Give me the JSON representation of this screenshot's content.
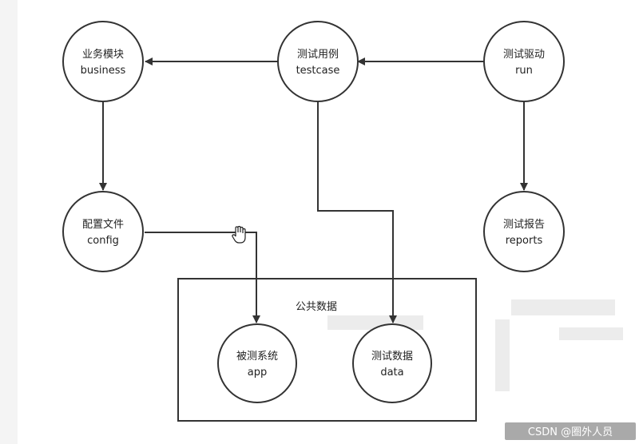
{
  "diagram": {
    "nodes": {
      "business": {
        "zh": "业务模块",
        "en": "business"
      },
      "testcase": {
        "zh": "测试用例",
        "en": "testcase"
      },
      "run": {
        "zh": "测试驱动",
        "en": "run"
      },
      "config": {
        "zh": "配置文件",
        "en": "config"
      },
      "reports": {
        "zh": "测试报告",
        "en": "reports"
      },
      "app": {
        "zh": "被测系统",
        "en": "app"
      },
      "data": {
        "zh": "测试数据",
        "en": "data"
      }
    },
    "group": {
      "label": "公共数据"
    },
    "edges": [
      {
        "from": "run",
        "to": "testcase"
      },
      {
        "from": "testcase",
        "to": "business"
      },
      {
        "from": "business",
        "to": "config"
      },
      {
        "from": "run",
        "to": "reports"
      },
      {
        "from": "config",
        "to": "app"
      },
      {
        "from": "testcase",
        "to": "data"
      }
    ]
  },
  "watermark": {
    "text": "CSDN @圈外人员"
  },
  "colors": {
    "stroke": "#333333",
    "background": "#ffffff",
    "watermark_bg": "#9a9a9a"
  }
}
